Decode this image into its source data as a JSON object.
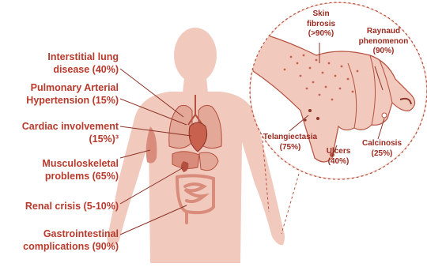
{
  "colors": {
    "accent": "#b83a2c",
    "skin": "#f1c9bd",
    "skin_dark": "#e3a898",
    "organ": "#d98c7c",
    "organ_dark": "#b4503f"
  },
  "body_labels": [
    {
      "id": "ild",
      "lines": [
        "Interstitial lung",
        "disease (40%)"
      ]
    },
    {
      "id": "pah",
      "lines": [
        "Pulmonary Arterial",
        "Hypertension (15%)"
      ]
    },
    {
      "id": "cardiac",
      "lines": [
        "Cardiac involvement",
        "(15%)³"
      ]
    },
    {
      "id": "msk",
      "lines": [
        "Musculoskeletal",
        "problems (65%)"
      ]
    },
    {
      "id": "renal",
      "lines": [
        "Renal crisis (5-10%)"
      ]
    },
    {
      "id": "gi",
      "lines": [
        "Gastrointestinal",
        "complications (90%)"
      ]
    }
  ],
  "hand_labels": [
    {
      "id": "skin-fibrosis",
      "lines": [
        "Skin",
        "fibrosis",
        "(>90%)"
      ]
    },
    {
      "id": "raynaud",
      "lines": [
        "Raynaud",
        "phenomenon",
        "(90%)"
      ]
    },
    {
      "id": "telangiectasia",
      "lines": [
        "Telangiectasia",
        "(75%)"
      ]
    },
    {
      "id": "ulcers",
      "lines": [
        "Ulcers",
        "(40%)"
      ]
    },
    {
      "id": "calcinosis",
      "lines": [
        "Calcinosis",
        "(25%)"
      ]
    }
  ]
}
